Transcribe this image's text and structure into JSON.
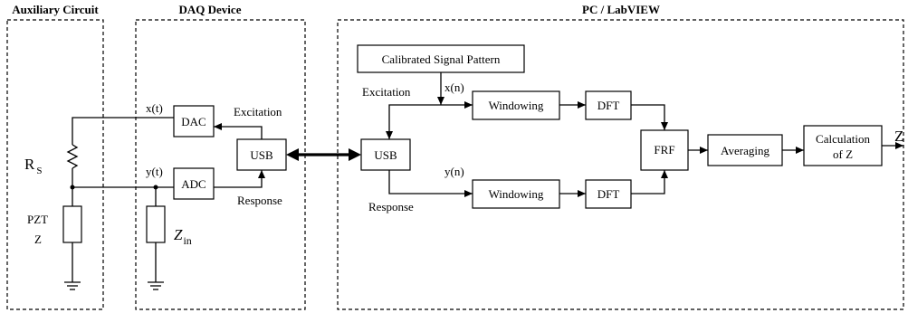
{
  "sections": {
    "auxiliary": "Auxiliary Circuit",
    "daq": "DAQ Device",
    "pc": "PC / LabVIEW"
  },
  "aux": {
    "rs_main": "R",
    "rs_sub": "S",
    "pzt": "PZT",
    "z": "Z"
  },
  "daq": {
    "xt": "x(t)",
    "yt": "y(t)",
    "dac": "DAC",
    "adc": "ADC",
    "usb": "USB",
    "excitation": "Excitation",
    "response": "Response",
    "zin_main": "Z",
    "zin_sub": "in"
  },
  "pc": {
    "signal_pattern": "Calibrated Signal Pattern",
    "excitation": "Excitation",
    "xn": "x(n)",
    "yn": "y(n)",
    "usb": "USB",
    "response": "Response",
    "windowing_top": "Windowing",
    "windowing_bottom": "Windowing",
    "dft_top": "DFT",
    "dft_bottom": "DFT",
    "frf": "FRF",
    "averaging": "Averaging",
    "calc_line1": "Calculation",
    "calc_line2": "of Z",
    "output_z": "Z"
  }
}
